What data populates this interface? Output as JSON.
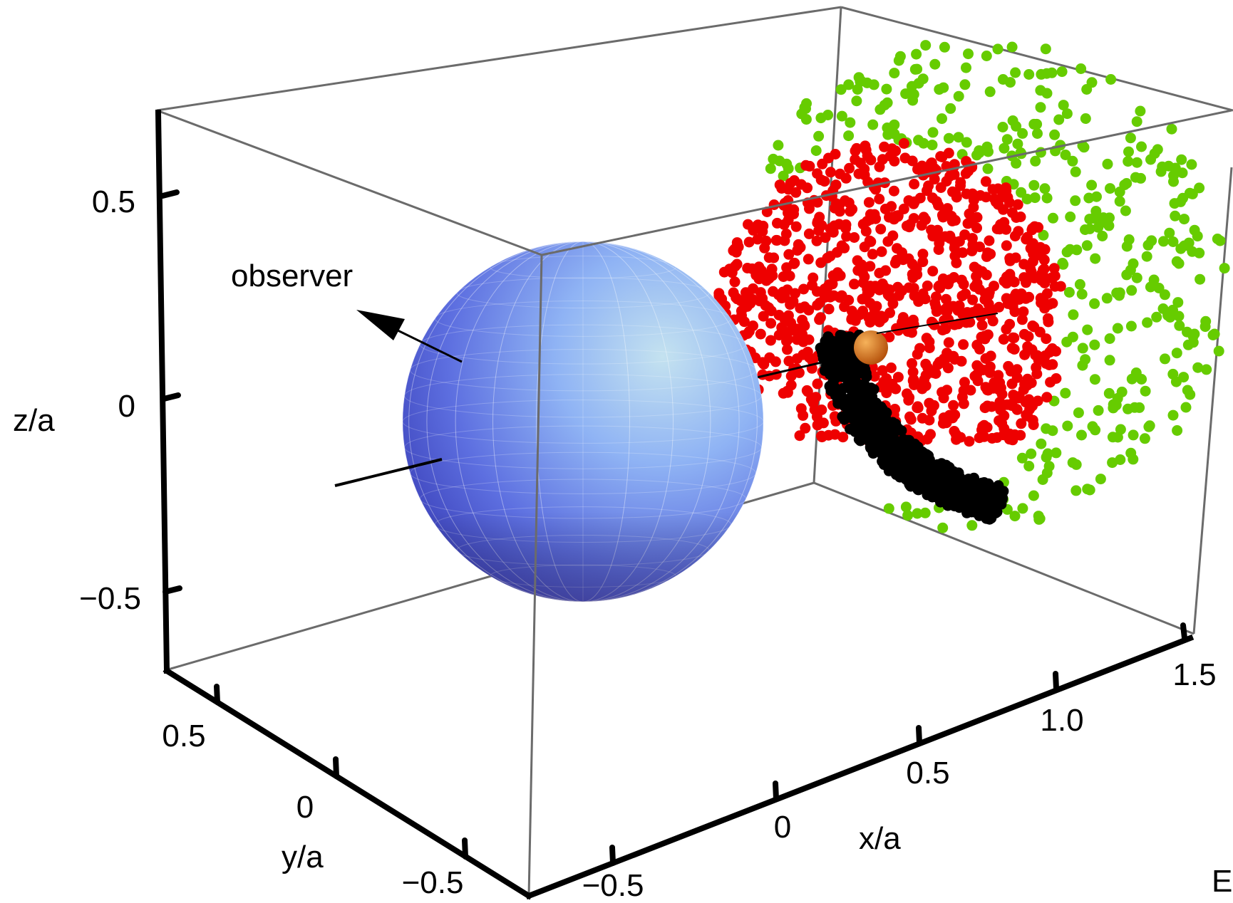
{
  "axes": {
    "z": {
      "title": "z/a",
      "ticks": [
        "0.5",
        "0",
        "−0.5"
      ]
    },
    "y": {
      "title": "y/a",
      "ticks": [
        "0.5",
        "0",
        "−0.5"
      ]
    },
    "x": {
      "title": "x/a",
      "ticks": [
        "−0.5",
        "0",
        "0.5",
        "1.0",
        "1.5"
      ]
    }
  },
  "annotation": {
    "observer": "observer"
  },
  "corner_text": "E",
  "colors": {
    "sphere_light": "#b6d6ef",
    "sphere_mid": "#7a92f4",
    "sphere_dark": "#3b45c4",
    "points_green": "#66cc00",
    "points_red": "#ee0000",
    "points_black": "#000000",
    "small_sphere": "#e07a1a",
    "box_edges": "#6b6b6b"
  }
}
